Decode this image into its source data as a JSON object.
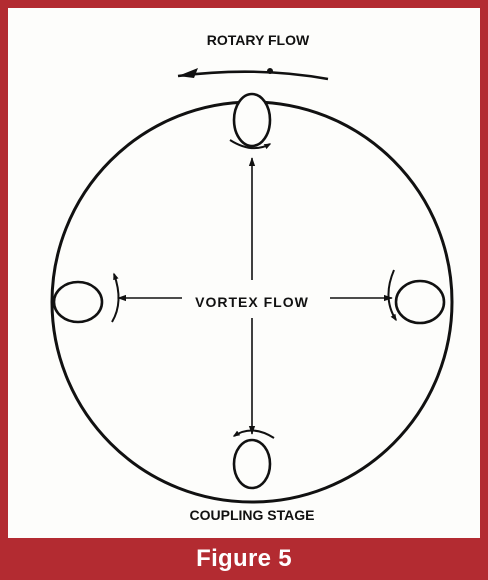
{
  "figure": {
    "caption": "Figure 5"
  },
  "diagram": {
    "top_label": "ROTARY FLOW",
    "center_label": "VORTEX FLOW",
    "bottom_label": "COUPLING STAGE"
  },
  "colors": {
    "frame_border": "#b32b31",
    "ink": "#111111",
    "paper": "#fdfdfb"
  }
}
